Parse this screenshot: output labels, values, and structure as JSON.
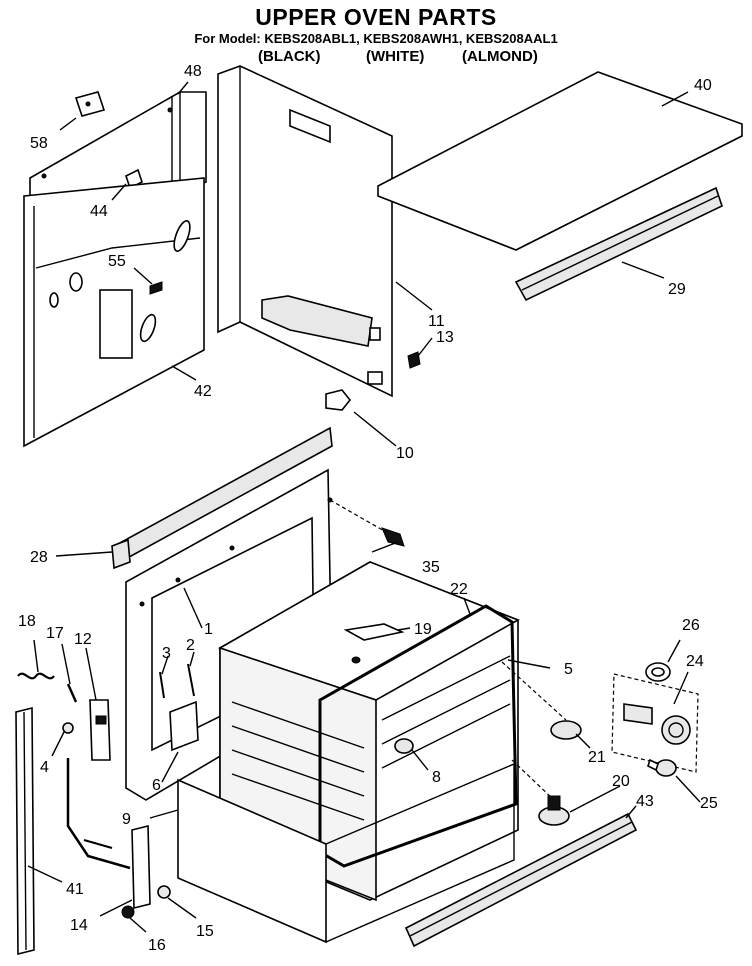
{
  "title": "UPPER OVEN PARTS",
  "subtitle": "For Model: KEBS208ABL1, KEBS208AWH1, KEBS208AAL1",
  "finishes": [
    "(BLACK)",
    "(WHITE)",
    "(ALMOND)"
  ],
  "callouts": {
    "c1": "1",
    "c2": "2",
    "c3": "3",
    "c4": "4",
    "c5": "5",
    "c6": "6",
    "c8": "8",
    "c9": "9",
    "c10": "10",
    "c11": "11",
    "c12": "12",
    "c13": "13",
    "c14": "14",
    "c15": "15",
    "c16": "16",
    "c17": "17",
    "c18": "18",
    "c19": "19",
    "c20": "20",
    "c21": "21",
    "c22": "22",
    "c24": "24",
    "c25": "25",
    "c26": "26",
    "c28": "28",
    "c29": "29",
    "c35": "35",
    "c40": "40",
    "c41": "41",
    "c42": "42",
    "c43": "43",
    "c44": "44",
    "c48": "48",
    "c55": "55",
    "c58": "58"
  }
}
